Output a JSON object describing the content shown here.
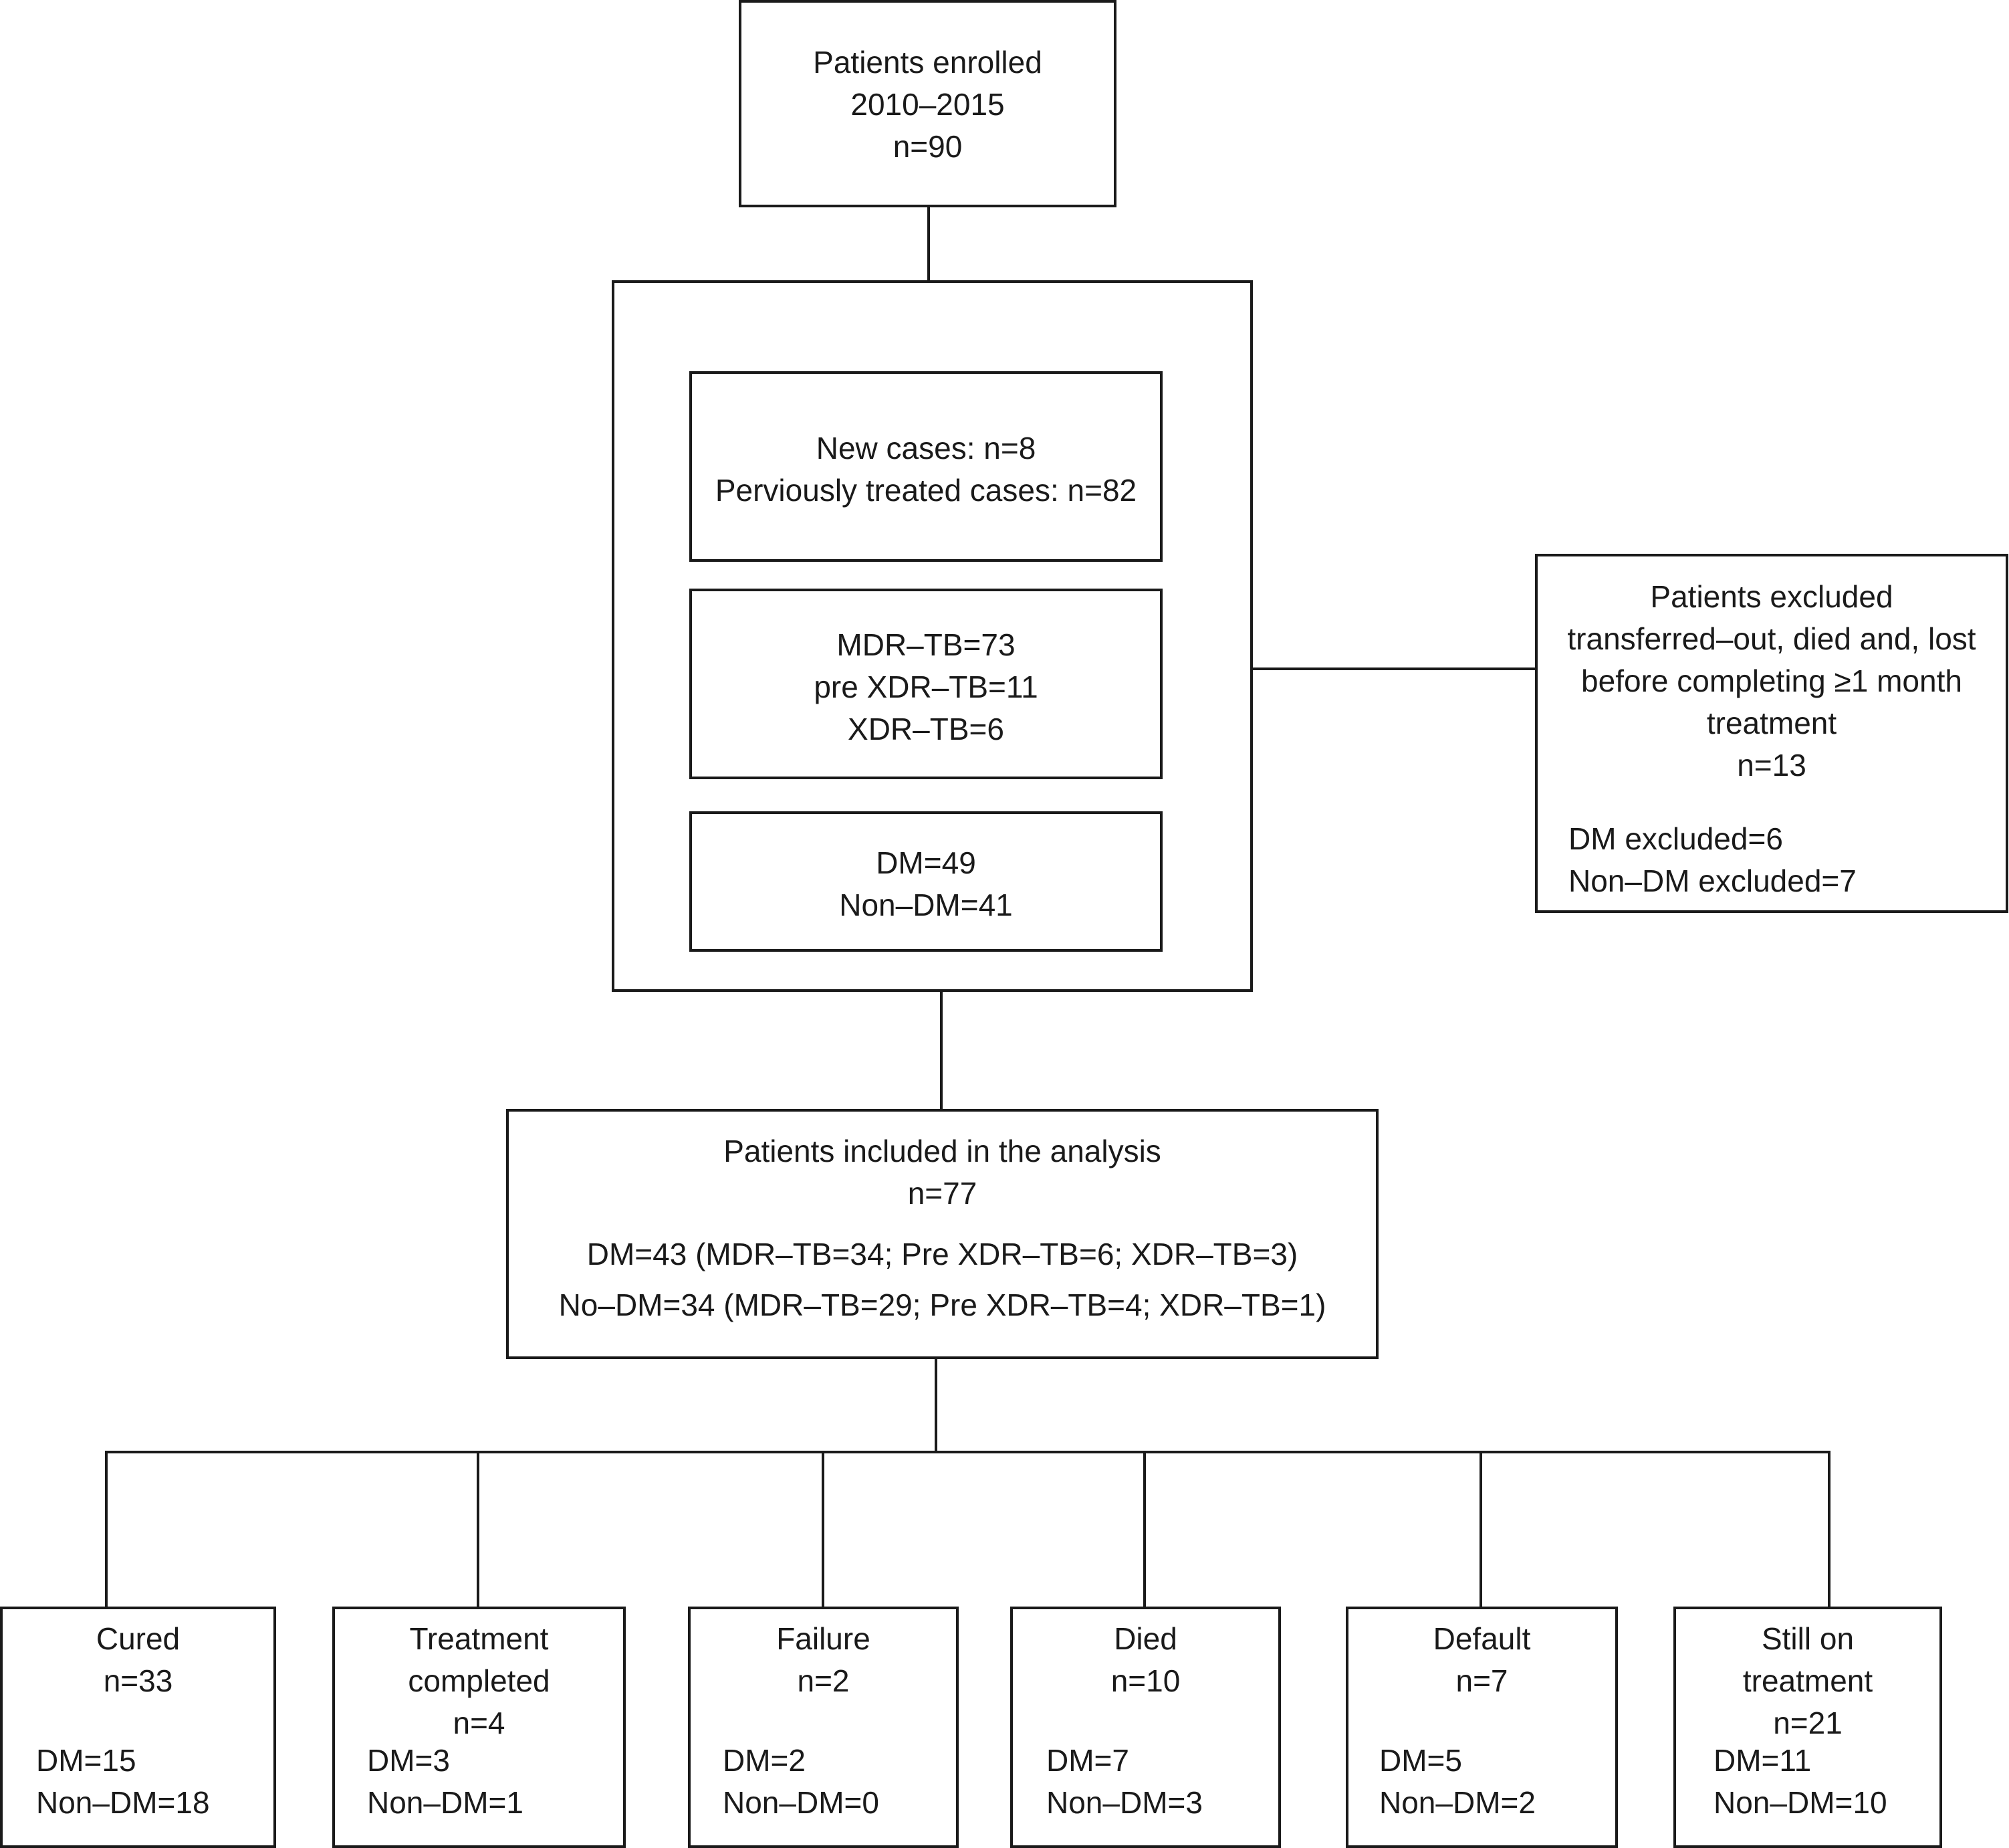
{
  "enrolled": {
    "line1": "Patients enrolled",
    "line2": "2010–2015",
    "line3": "n=90"
  },
  "case_types": {
    "line1": "New cases: n=8",
    "line2": "Perviously treated cases: n=82"
  },
  "resistance": {
    "line1": "MDR–TB=73",
    "line2": "pre XDR–TB=11",
    "line3": "XDR–TB=6"
  },
  "diabetes": {
    "line1": "DM=49",
    "line2": "Non–DM=41"
  },
  "excluded": {
    "line1": "Patients excluded",
    "line2": "transferred–out, died and, lost",
    "line3": "before completing ≥1 month",
    "line4": "treatment",
    "line5": "n=13",
    "dm": "DM excluded=6",
    "non_dm": "Non–DM excluded=7"
  },
  "included": {
    "line1": "Patients included in the analysis",
    "line2": "n=77",
    "dm": "DM=43 (MDR–TB=34; Pre XDR–TB=6; XDR–TB=3)",
    "no_dm": "No–DM=34 (MDR–TB=29; Pre XDR–TB=4; XDR–TB=1)"
  },
  "outcomes": [
    {
      "title1": "Cured",
      "title2": "n=33",
      "title3": "",
      "dm": "DM=15",
      "non_dm": "Non–DM=18"
    },
    {
      "title1": "Treatment",
      "title2": "completed",
      "title3": "n=4",
      "dm": "DM=3",
      "non_dm": "Non–DM=1"
    },
    {
      "title1": "Failure",
      "title2": "n=2",
      "title3": "",
      "dm": "DM=2",
      "non_dm": "Non–DM=0"
    },
    {
      "title1": "Died",
      "title2": "n=10",
      "title3": "",
      "dm": "DM=7",
      "non_dm": "Non–DM=3"
    },
    {
      "title1": "Default",
      "title2": "n=7",
      "title3": "",
      "dm": "DM=5",
      "non_dm": "Non–DM=2"
    },
    {
      "title1": "Still on",
      "title2": "treatment",
      "title3": "n=21",
      "dm": "DM=11",
      "non_dm": "Non–DM=10"
    }
  ]
}
